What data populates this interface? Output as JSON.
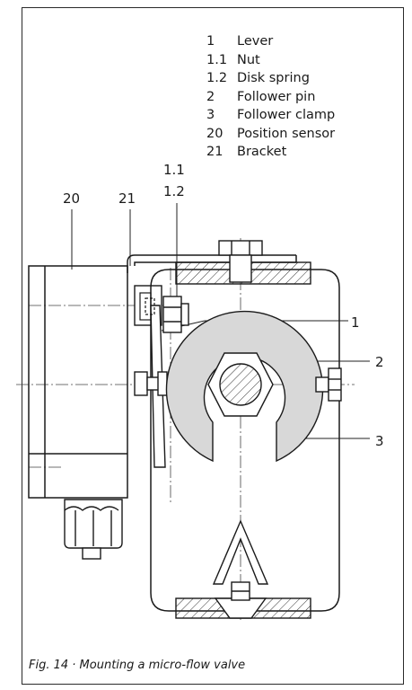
{
  "legend": {
    "items": [
      {
        "num": "1",
        "label": "Lever"
      },
      {
        "num": "1.1",
        "label": "Nut"
      },
      {
        "num": "1.2",
        "label": "Disk spring"
      },
      {
        "num": "2",
        "label": "Follower pin"
      },
      {
        "num": "3",
        "label": "Follower clamp"
      },
      {
        "num": "20",
        "label": "Position sensor"
      },
      {
        "num": "21",
        "label": "Bracket"
      }
    ]
  },
  "callouts": {
    "c20": "20",
    "c21": "21",
    "c11": "1.1",
    "c12": "1.2",
    "c1": "1",
    "c2": "2",
    "c3": "3"
  },
  "caption": "Fig. 14 · Mounting a micro-flow valve"
}
